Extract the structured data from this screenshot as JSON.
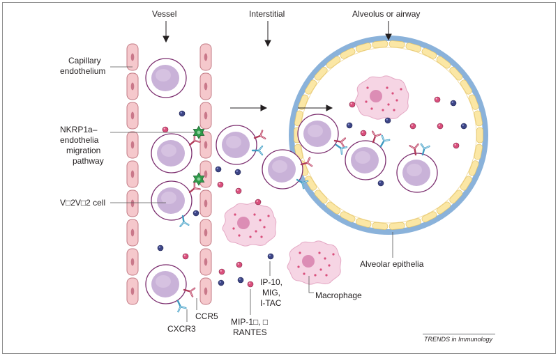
{
  "labels": {
    "vessel": "Vessel",
    "interstitial": "Interstitial",
    "alveolus": "Alveolus or airway",
    "capillary_line1": "Capillary",
    "capillary_line2": "endothelium",
    "nkrp_line1": "NKRP1a–",
    "nkrp_line2": "endothelia",
    "nkrp_line3": "migration",
    "nkrp_line4": "pathway",
    "vg_cell": "V□2V□2 cell",
    "alveolar_epithelia": "Alveolar epithelia",
    "ip10_line1": "IP-10,",
    "ip10_line2": "MIG,",
    "ip10_line3": "I-TAC",
    "macrophage": "Macrophage",
    "ccr5": "CCR5",
    "cxcr3": "CXCR3",
    "mip_line1": "MIP-1□, □",
    "mip_line2": "RANTES",
    "credit": "TRENDS in Immunology"
  },
  "colors": {
    "border": "#8a8a8a",
    "endothelium_fill": "#f5c8cc",
    "endothelium_stroke": "#c27a84",
    "cell_ring": "#7b2d6e",
    "cell_nucleus": "#c9b2d8",
    "chemokine_pink": "#d94f7c",
    "chemokine_navy": "#3d4585",
    "ccr5_receptor": "#b03a5a",
    "cxcr3_receptor": "#3f9bc2",
    "nkrp_star": "#2f9a4a",
    "alveolar_wall_blue": "#8ab2da",
    "alveolar_cell_yellow": "#fbe7a5",
    "macrophage_fill": "#f6d5e4",
    "macrophage_nucleus": "#dc8db5",
    "leader_line": "#555555"
  },
  "icons": {
    "nkrp_marker": "green-star-icon",
    "ccr5_marker": "y-receptor-icon",
    "cxcr3_marker": "y-receptor-icon"
  }
}
